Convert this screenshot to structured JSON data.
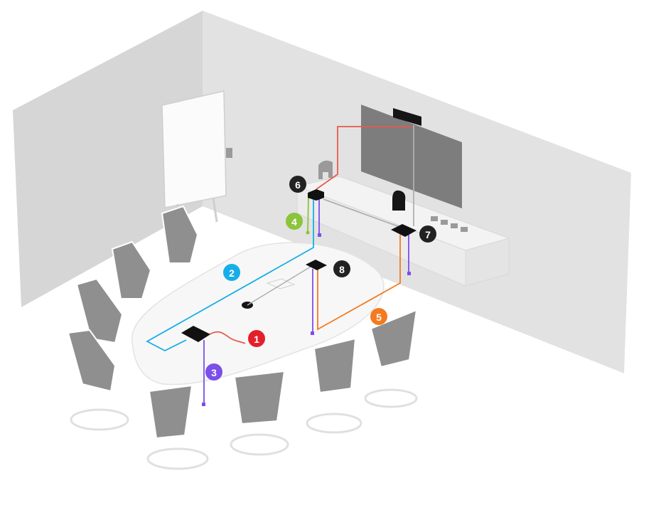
{
  "diagram": {
    "callouts": [
      {
        "label": "1",
        "color": "#e3202a"
      },
      {
        "label": "2",
        "color": "#17aee8"
      },
      {
        "label": "3",
        "color": "#7b4fe8"
      },
      {
        "label": "4",
        "color": "#8cc43c"
      },
      {
        "label": "5",
        "color": "#f47a20"
      },
      {
        "label": "6",
        "color": "#222222"
      },
      {
        "label": "7",
        "color": "#222222"
      },
      {
        "label": "8",
        "color": "#222222"
      }
    ],
    "cable_colors": {
      "red": "#e65a4e",
      "blue": "#17aee8",
      "green": "#8cc43c",
      "purple": "#7b4fe8",
      "orange": "#f47a20",
      "gray": "#b0b0b0"
    }
  }
}
